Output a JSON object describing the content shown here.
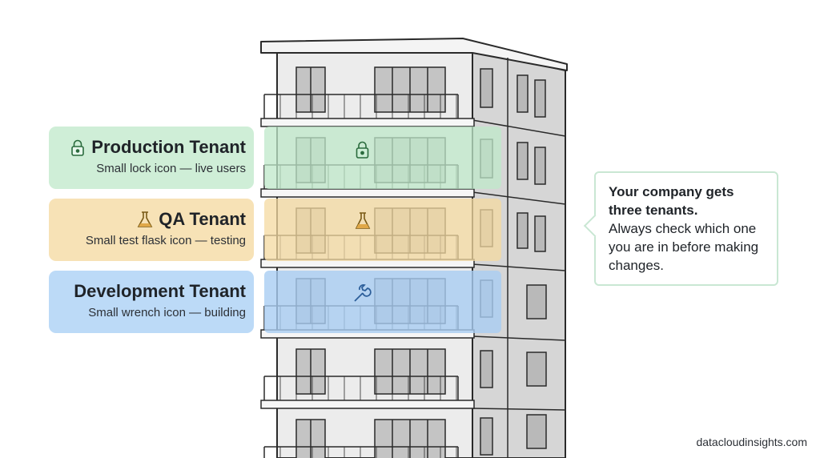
{
  "tenants": [
    {
      "title": "Production Tenant",
      "subtitle": "Small lock icon  — live users",
      "icon": "lock-icon",
      "color": "#cfeed7"
    },
    {
      "title": "QA Tenant",
      "subtitle": "Small test flask icon — testing",
      "icon": "flask-icon",
      "color": "#f7e2b6"
    },
    {
      "title": "Development Tenant",
      "subtitle": "Small wrench icon — building",
      "icon": "wrench-icon",
      "color": "#bcdaf7"
    }
  ],
  "callout": {
    "heading": "Your company gets three tenants.",
    "body": "Always check which one you are in before making changes."
  },
  "footer": {
    "site": "datacloudinsights.com"
  },
  "colors": {
    "production": "#cfeed7",
    "qa": "#f7e2b6",
    "development": "#bcdaf7",
    "callout_border": "#c9e7d3"
  }
}
